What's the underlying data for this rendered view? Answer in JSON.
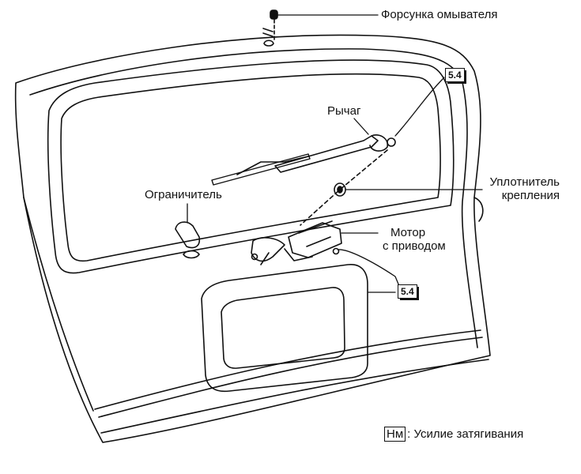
{
  "labels": {
    "washer_nozzle": "Форсунка омывателя",
    "lever": "Рычаг",
    "mount_seal_1": "Уплотнитель",
    "mount_seal_2": "крепления",
    "limiter": "Ограничитель",
    "motor_1": "Мотор",
    "motor_2": "с приводом"
  },
  "torque_values": {
    "arm_nut": "5.4",
    "motor_bolt": "5.4"
  },
  "legend": {
    "unit": "Нм",
    "text": ": Усилие затягивания"
  }
}
